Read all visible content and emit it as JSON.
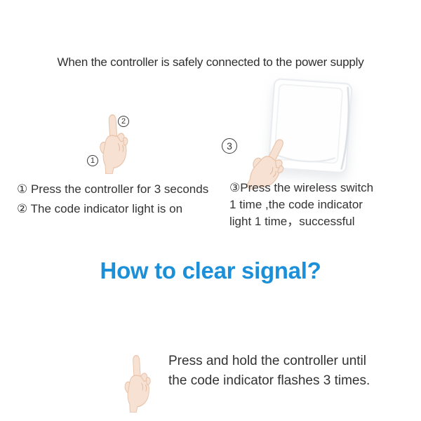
{
  "colors": {
    "background": "#ffffff",
    "accent_blue": "#1b8fd8",
    "text": "#333333"
  },
  "pairing_section": {
    "intro": "When the controller is safely connected to the power supply",
    "marker_1": "1",
    "marker_2": "2",
    "marker_3": "3",
    "left_steps": {
      "line1": "① Press the controller for 3 seconds",
      "line2": "② The code indicator light is on"
    },
    "right_steps": {
      "line1": "③Press the wireless switch",
      "line2": "1 time ,the code indicator",
      "line3": "light 1 time，successful"
    }
  },
  "clear_signal_section": {
    "heading": "How to clear signal?",
    "instruction": {
      "line1": "Press and hold the controller until",
      "line2": "the code indicator flashes 3 times."
    }
  },
  "icons": {
    "hand": "pointing-hand-icon",
    "wall_switch": "wireless-wall-switch-icon"
  }
}
